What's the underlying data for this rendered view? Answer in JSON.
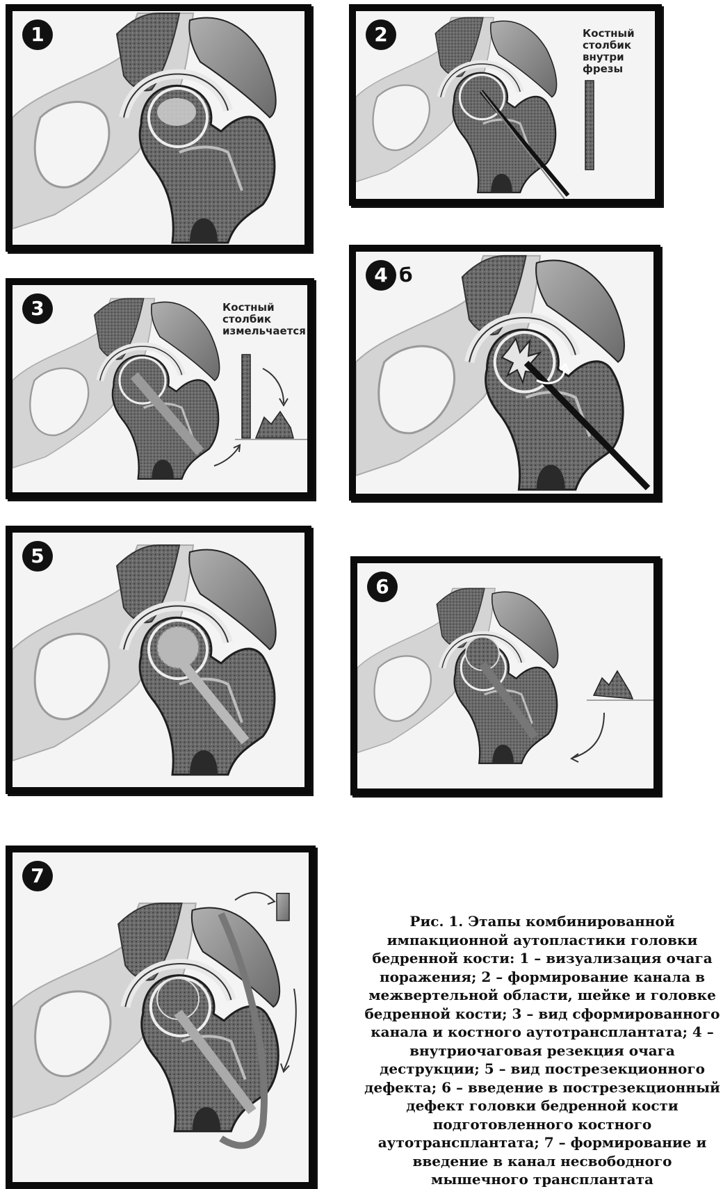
{
  "panels": [
    {
      "number": "1",
      "extra": ""
    },
    {
      "number": "2",
      "extra": "",
      "note": "Костный\nстолбик\nвнутри\nфрезы"
    },
    {
      "number": "3",
      "extra": "",
      "note": "Костный\nстолбик\nизмельчается"
    },
    {
      "number": "4",
      "extra": "б"
    },
    {
      "number": "5",
      "extra": ""
    },
    {
      "number": "6",
      "extra": ""
    },
    {
      "number": "7",
      "extra": ""
    }
  ],
  "caption": "Рис. 1. Этапы комбинированной импакционной аутопластики головки бедренной кости: 1 – визуализация очага поражения; 2 – формирование канала в межвертельной области, шейке и головке бедренной кости; 3 – вид сформированного канала и костного аутотрансплантата; 4 – внутриочаговая резекция очага деструкции; 5 – вид пострезекционного дефекта; 6 – введение в пострезекционный дефект головки бедренной кости подготовленного костного аутотрансплантата; 7 – формирование и введение в канал несвободного мышечного трансплантата",
  "colors": {
    "frame": "#0a0a0a",
    "bone": "#5a5a5a",
    "cartilage": "#e8e8e8",
    "pelvis": "#cfcfcf",
    "muscle": "#8a8a8a"
  }
}
